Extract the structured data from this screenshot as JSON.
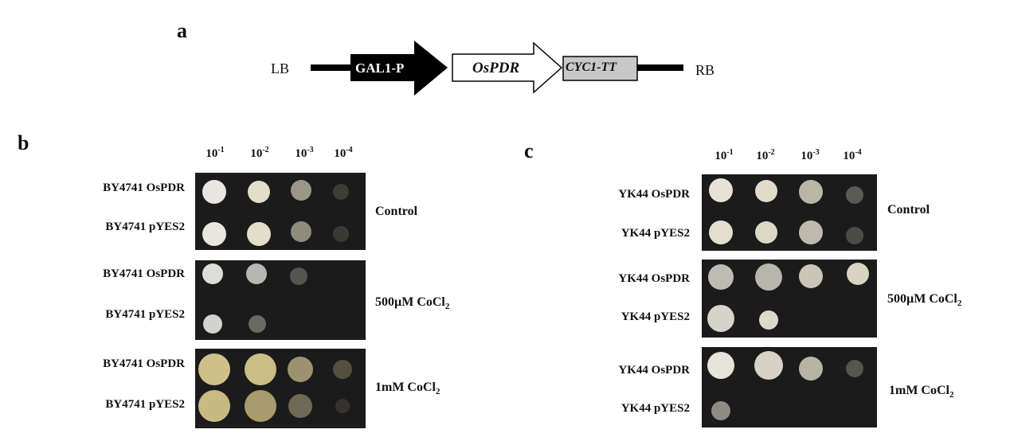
{
  "panels": {
    "a": "a",
    "b": "b",
    "c": "c"
  },
  "construct": {
    "left_border": "LB",
    "right_border": "RB",
    "promoter": "GAL1-P",
    "gene": "OsPDR",
    "terminator": "CYC1-TT"
  },
  "dilutions": [
    "10",
    "10",
    "10",
    "10"
  ],
  "dilution_exponents": [
    "-1",
    "-2",
    "-3",
    "-4"
  ],
  "panel_b": {
    "rows": [
      "BY4741 OsPDR",
      "BY4741 pYES2",
      "BY4741 OsPDR",
      "BY4741 pYES2",
      "BY4741 OsPDR",
      "BY4741 pYES2"
    ],
    "conditions": [
      {
        "prefix": "Control",
        "sub": "",
        "suffix": ""
      },
      {
        "prefix": "500µM CoCl",
        "sub": "2",
        "suffix": ""
      },
      {
        "prefix": "1mM CoCl",
        "sub": "2",
        "suffix": ""
      }
    ]
  },
  "panel_c": {
    "rows": [
      "YK44 OsPDR",
      "YK44 pYES2",
      "YK44 OsPDR",
      "YK44 pYES2",
      "YK44 OsPDR",
      "YK44 pYES2"
    ],
    "conditions": [
      {
        "prefix": "Control",
        "sub": "",
        "suffix": ""
      },
      {
        "prefix": "500µM CoCl",
        "sub": "2",
        "suffix": ""
      },
      {
        "prefix": "1mM CoCl",
        "sub": "2",
        "suffix": ""
      }
    ]
  },
  "colors": {
    "plate": "#1b1b1b",
    "colony_white": "#e8e6de",
    "colony_yellow": "#cfc08a",
    "terminator_fill": "#c8c8c8",
    "promoter_fill": "#000000"
  }
}
